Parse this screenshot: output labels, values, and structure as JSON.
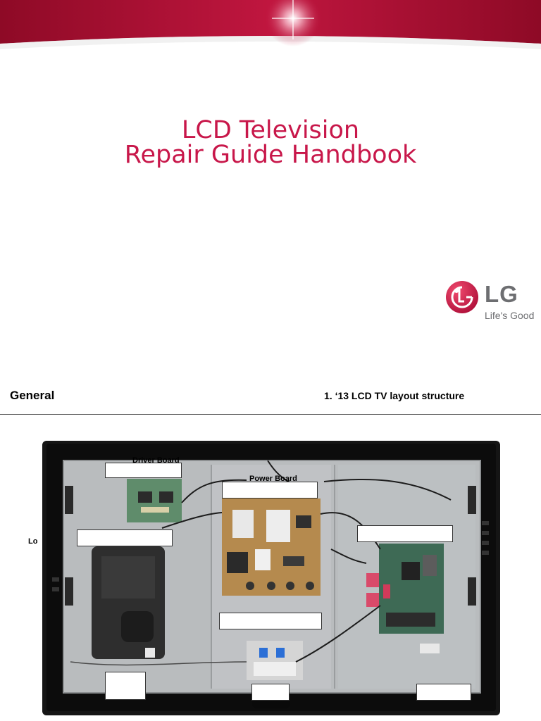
{
  "cover": {
    "title_line1": "LCD Television",
    "title_line2": "Repair Guide Handbook",
    "logo": {
      "wordmark": "LG",
      "tagline": "Life's Good",
      "mark_icon": "lg-face-icon",
      "brand_color": "#c8174a"
    },
    "banner_color": "#a30d2e"
  },
  "layout_slide": {
    "section": "General",
    "subtitle": "1. ‘13 LCD TV layout structure",
    "callouts": {
      "driver_board": "Driver Board",
      "power_board": "Power Board",
      "left_partial": "Lo"
    }
  }
}
